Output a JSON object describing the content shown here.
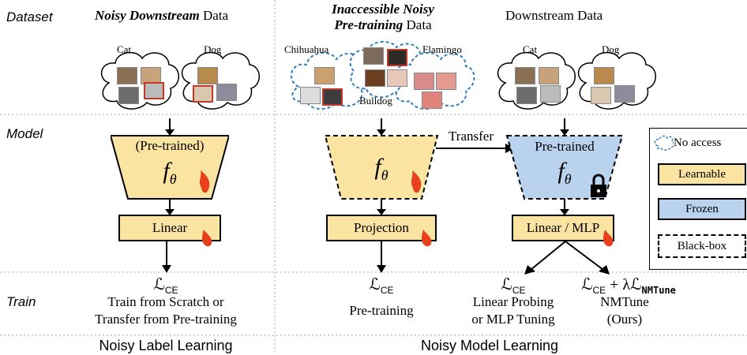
{
  "rows": {
    "dataset": "Dataset",
    "model": "Model",
    "train": "Train"
  },
  "left": {
    "title_bold": "Noisy Downstream",
    "title_rest": " Data",
    "cloud_cat": "Cat",
    "cloud_dog": "Dog",
    "model_label": "(Pre-trained)",
    "head": "Linear",
    "loss": "ℒ",
    "loss_sub": "CE",
    "desc_line1": "Train from Scratch or",
    "desc_line2": "Transfer from Pre-training",
    "footer": "Noisy Label Learning"
  },
  "middle": {
    "title_line1": "Inaccessible Noisy",
    "title_line2_bold": "Pre-training",
    "title_line2_rest": " Data",
    "cloud_chihuahua": "Chihuahua",
    "cloud_flamingo": "Flamingo",
    "cloud_bulldog": "Bulldog",
    "head": "Projection",
    "loss": "ℒ",
    "loss_sub": "CE",
    "desc": "Pre-training",
    "transfer": "Transfer"
  },
  "right": {
    "title": "Downstream Data",
    "cloud_cat": "Cat",
    "cloud_dog": "Dog",
    "model_label": "Pre-trained",
    "head": "Linear / MLP",
    "loss_a": "ℒ",
    "loss_a_sub": "CE",
    "desc_a_line1": "Linear Probing",
    "desc_a_line2": "or MLP Tuning",
    "loss_b_main": "ℒ",
    "loss_b_sub": "CE",
    "loss_b_plus": " + λℒ",
    "loss_b_sub2": "NMTune",
    "desc_b_line1": "NMTune",
    "desc_b_line2": "(Ours)",
    "footer": "Noisy Model Learning"
  },
  "f_theta": "f",
  "theta": "θ",
  "legend": {
    "no_access": "No access",
    "learnable": "Learnable",
    "frozen": "Frozen",
    "black_box": "Black-box"
  },
  "colors": {
    "learnable": "#fbe3a1",
    "frozen": "#b9d3ee",
    "cloud_dashed": "#2f7fc1",
    "flame": "#e8401c"
  }
}
